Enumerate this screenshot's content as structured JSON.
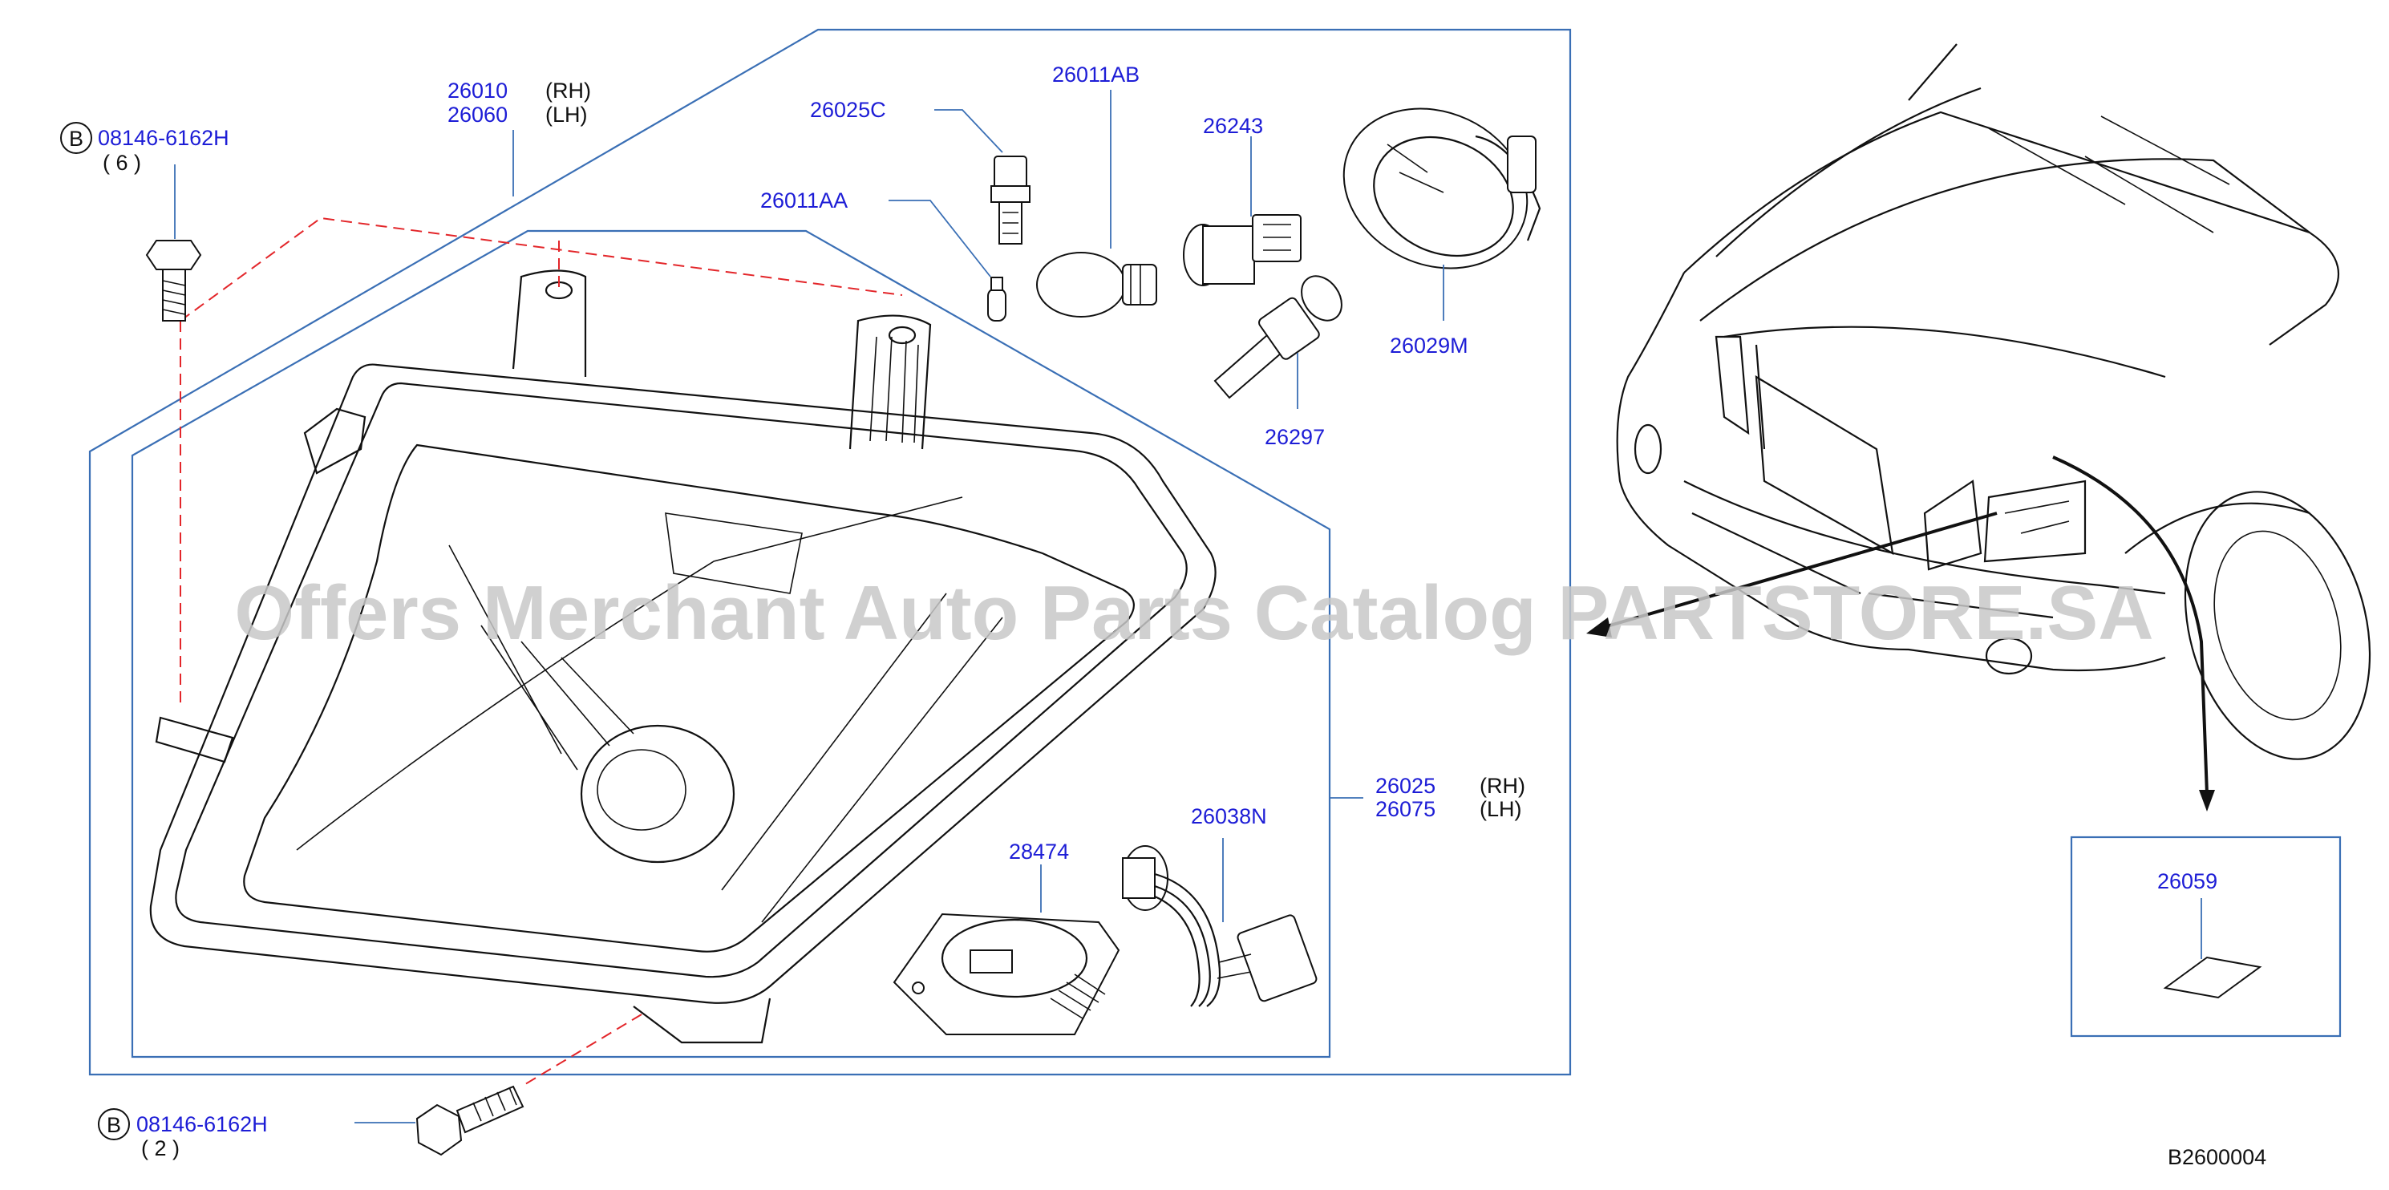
{
  "labels": {
    "assy_rh": "26010",
    "assy_lh": "26060",
    "rh": "(RH)",
    "lh": "(LH)",
    "bolt_top_code": "08146-6162H",
    "bolt_top_qty": "( 6 )",
    "bolt_bottom_code": "08146-6162H",
    "bolt_bottom_qty": "( 2 )",
    "bolt_circle": "B",
    "bulb_socket_c": "26025C",
    "bulb_ab": "26011AB",
    "bulb_aa": "26011AA",
    "socket_243": "26243",
    "cap_029m": "26029M",
    "hid_297": "26297",
    "housing_rh": "26025",
    "housing_lh": "26075",
    "ballast": "28474",
    "harness": "26038N",
    "label_059": "26059",
    "diagram_code": "B2600004"
  },
  "watermark": "Offers Merchant Auto Parts Catalog PARTSTORE.SA",
  "colors": {
    "part_number": "#1d1dd6",
    "box_line": "#3a6fb5",
    "dashed_line": "#e3262a",
    "outline": "#111111"
  }
}
